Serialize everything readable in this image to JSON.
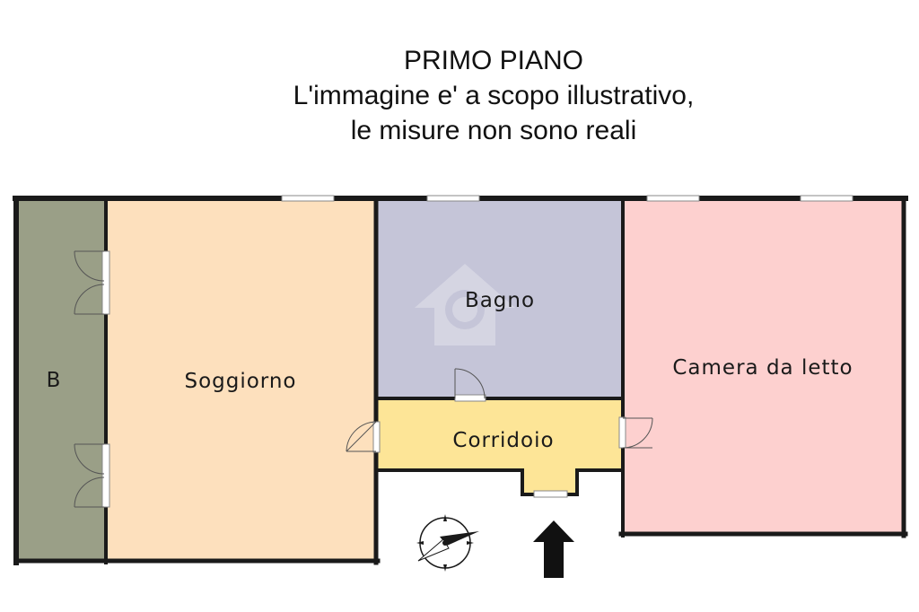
{
  "header": {
    "title": "PRIMO PIANO",
    "line2": "L'immagine e' a scopo illustrativo,",
    "line3": "le misure non sono reali"
  },
  "rooms": {
    "balcony": {
      "label": "B",
      "color": "#9a9f87"
    },
    "living": {
      "label": "Soggiorno",
      "color": "#fde0bd"
    },
    "bathroom": {
      "label": "Bagno",
      "color": "#c5c5d8"
    },
    "corridor": {
      "label": "Corridoio",
      "color": "#fde597"
    },
    "bedroom": {
      "label": "Camera da letto",
      "color": "#fdd0cf"
    }
  },
  "wall_color": "#1a1a1a",
  "icons": {
    "compass": "compass-icon",
    "entrance": "entrance-arrow-icon"
  }
}
